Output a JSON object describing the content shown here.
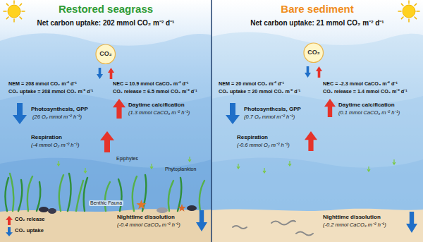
{
  "diagram": {
    "nodes": [
      {
        "text": [
          "Restored seagrass",
          "Net carbon uptake: 202 mmol CO₂ m⁻² d⁻¹"
        ]
      },
      {
        "text": [
          "CO₂"
        ],
        "in": 0
      },
      {
        "text": [
          "Bare sediment",
          "Net carbon uptake: 21 mmol CO₂ m⁻² d⁻¹"
        ]
      },
      {
        "text": [
          "CO₂"
        ],
        "in": 2
      }
    ],
    "labels": [
      "NEM = 208 mmol CO₂ m⁻² d⁻¹",
      "CO₂ uptake = 208 mmol CO₂ m⁻² d⁻¹",
      "NEC = 10.9 mmol CaCO₃ m⁻² d⁻¹",
      "CO₂ release = 6.5 mmol CO₂ m⁻² d⁻¹",
      "Photosynthesis, GPP",
      "(26 O₂ mmol m⁻² h⁻¹)",
      "Daytime calcification",
      "(1.3 mmol CaCO₃ m⁻² h⁻¹)",
      "Respiration",
      "(-4 mmol O₂ m⁻² h⁻¹)",
      "Epiphytes",
      "Phytoplankton",
      "Benthic Fauna",
      "Nighttime dissolution",
      "(-0.4 mmol CaCO₃ m⁻² h⁻¹)",
      "NEM = 20 mmol CO₂ m⁻² d⁻¹",
      "CO₂ uptake = 20 mmol CO₂ m⁻² d⁻¹",
      "NEC = -2.3 mmol CaCO₃ m⁻² d⁻¹",
      "CO₂ release = 1.4 mmol CO₂ m⁻² d⁻¹",
      "Photosynthesis, GPP",
      "(0.7 O₂ mmol m⁻² h⁻¹)",
      "Daytime calcification",
      "(0.1 mmol CaCO₃ m⁻² h⁻¹)",
      "Respiration",
      "(-0.6 mmol O₂ m⁻² h⁻¹)",
      "Nighttime dissolution",
      "(-0.2 mmol CaCO₃ m⁻² h⁻¹)"
    ],
    "legend": [
      {
        "text": "CO₂ release"
      },
      {
        "text": "CO₂ uptake"
      }
    ]
  }
}
